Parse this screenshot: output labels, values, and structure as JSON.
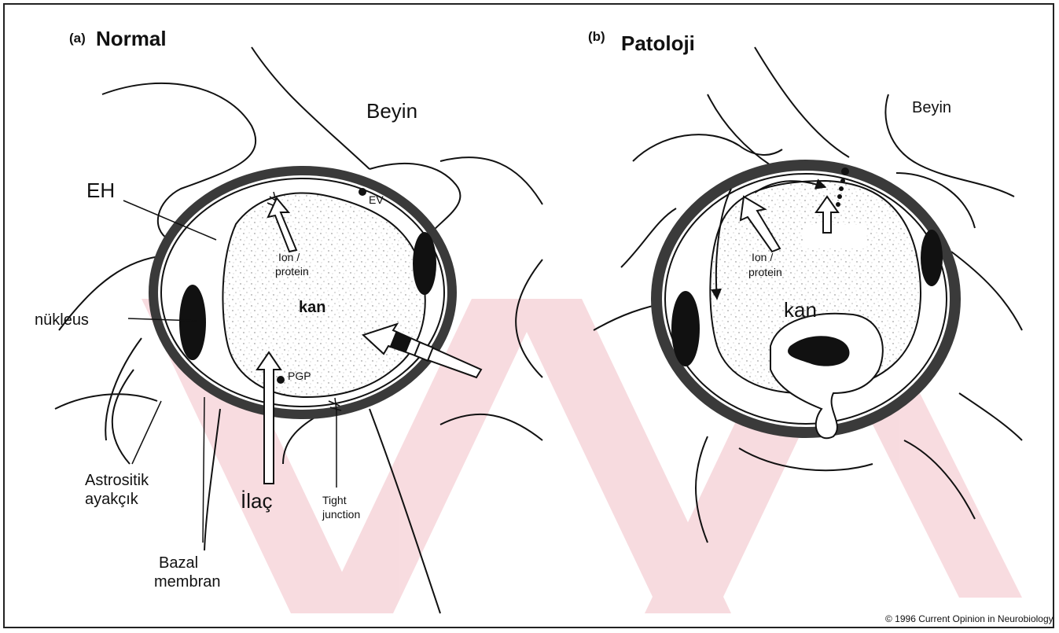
{
  "panel_a": {
    "letter": "(a)",
    "title": "Normal",
    "labels": {
      "brain": "Beyin",
      "eh": "EH",
      "ev": "EV",
      "ion": "Ion /",
      "protein": "protein",
      "blood": "kan",
      "nucleus": "nükleus",
      "pgp": "PGP",
      "astro_1": "Astrositik",
      "astro_2": "ayakçık",
      "drug": "İlaç",
      "tight_1": "Tight",
      "tight_2": "junction",
      "basal_1": "Bazal",
      "basal_2": "membran"
    }
  },
  "panel_b": {
    "letter": "(b)",
    "title": "Patoloji",
    "labels": {
      "brain": "Beyin",
      "ion": "Ion /",
      "protein": "protein",
      "blood": "kan"
    }
  },
  "credit": "© 1996 Current Opinion in Neurobiology",
  "colors": {
    "ink": "#111111",
    "background": "#ffffff",
    "watermark": "#f6d3d8",
    "membrane": "#3a3a3a"
  }
}
